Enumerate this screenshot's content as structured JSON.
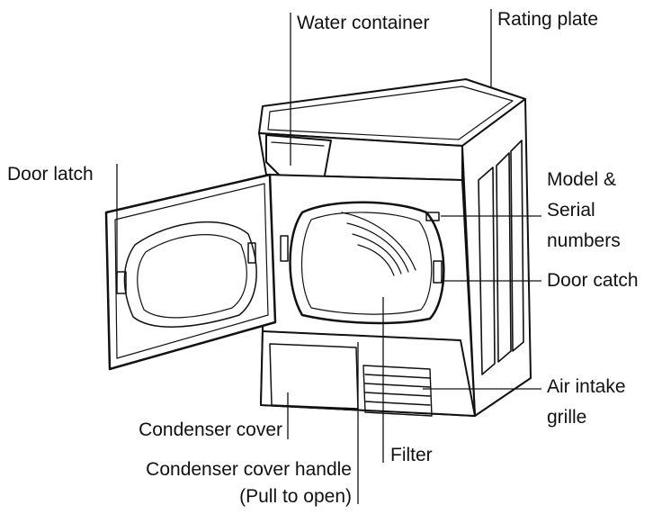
{
  "diagram": {
    "labels": {
      "water_container": "Water container",
      "rating_plate": "Rating plate",
      "door_latch": "Door latch",
      "model_serial_1": "Model &",
      "model_serial_2": "Serial",
      "model_serial_3": "numbers",
      "door_catch": "Door catch",
      "air_intake_1": "Air intake",
      "air_intake_2": "grille",
      "condenser_cover": "Condenser cover",
      "filter": "Filter",
      "condenser_handle_1": "Condenser cover handle",
      "condenser_handle_2": "(Pull to open)"
    },
    "colors": {
      "line": "#111111",
      "background": "#ffffff"
    }
  }
}
